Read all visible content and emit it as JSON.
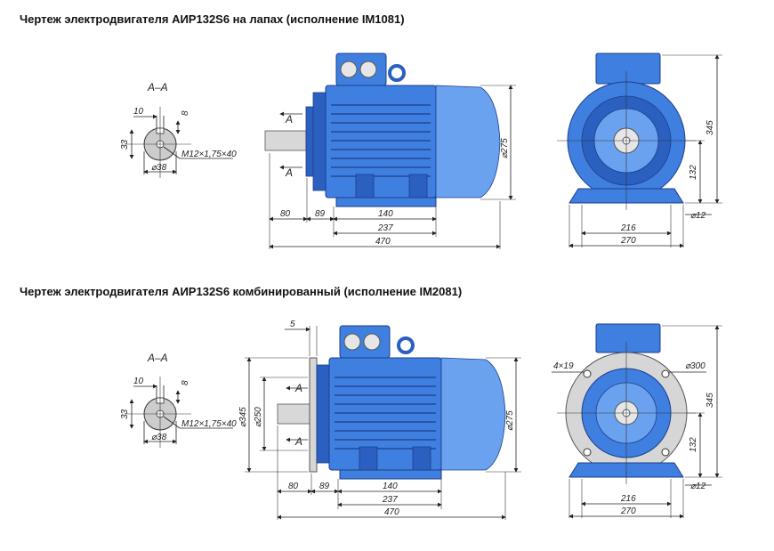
{
  "titles": {
    "foot": "Чертеж электродвигателя АИР132S6 на лапах (исполнение IM1081)",
    "combined": "Чертеж электродвигателя АИР132S6 комбинированный (исполнение IM2081)"
  },
  "section": {
    "label": "А–А",
    "dim_width": "10",
    "dim_depth": "8",
    "dim_height": "33",
    "thread": "М12×1,75×40",
    "diameter": "⌀38"
  },
  "foot_view": {
    "arrow_label": "А",
    "diameter_body": "⌀275",
    "dim_80": "80",
    "dim_89": "89",
    "dim_140": "140",
    "dim_237": "237",
    "dim_470": "470"
  },
  "foot_end": {
    "height_345": "345",
    "height_132": "132",
    "hole": "⌀12",
    "width_216": "216",
    "width_270": "270"
  },
  "combined_view": {
    "arrow_label": "А",
    "dim_5": "5",
    "diameter_345": "⌀345",
    "diameter_250": "⌀250",
    "diameter_body": "⌀275",
    "dim_80": "80",
    "dim_89": "89",
    "dim_140": "140",
    "dim_237": "237",
    "dim_470": "470"
  },
  "combined_end": {
    "holes": "4×19",
    "pcd": "⌀300",
    "height_345": "345",
    "height_132": "132",
    "hole": "⌀12",
    "width_216": "216",
    "width_270": "270"
  },
  "colors": {
    "motor_blue": "#3f7fe0",
    "outline": "#1d3f8a",
    "flange_grey": "#d6d6d6"
  }
}
